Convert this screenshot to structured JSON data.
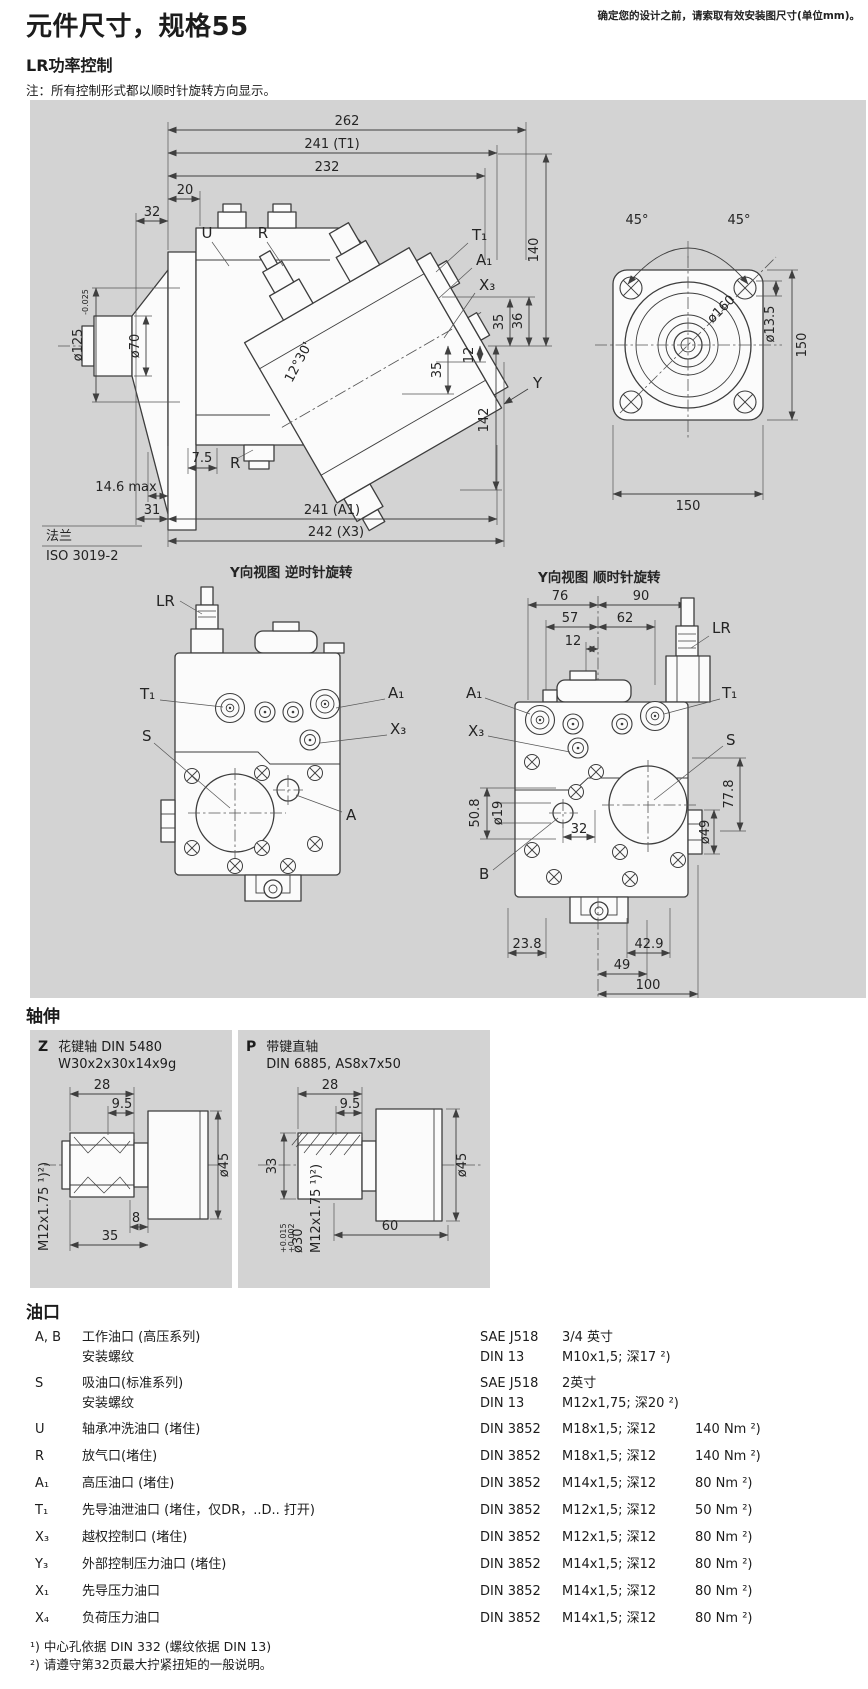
{
  "header": {
    "title": "元件尺寸，规格55",
    "note_right": "确定您的设计之前，请索取有效安装图尺寸(单位mm)。",
    "subtitle": "LR功率控制",
    "note": "注：所有控制形式都以顺时针旋转方向显示。"
  },
  "side_view": {
    "d262": "262",
    "d241": "241 (T1)",
    "d232": "232",
    "d20": "20",
    "d32": "32",
    "port_u": "U",
    "port_r": "R",
    "d125": "ø125",
    "d125_tol": "-0.025",
    "d70": "ø70",
    "t1": "T₁",
    "a1": "A₁",
    "x3": "X₃",
    "d140": "140",
    "d36": "36",
    "d35a": "35",
    "d35b": "35",
    "d12": "12",
    "d142": "142",
    "y_arrow": "Y",
    "angle": "12°30'",
    "d75": "7.5",
    "port_r2": "R",
    "d146": "14.6 max",
    "d31": "31",
    "d241a": "241 (A1)",
    "d242x": "242 (X3)",
    "flange_label1": "法兰",
    "flange_label2": "ISO 3019-2"
  },
  "flange_view": {
    "a45l": "45°",
    "a45r": "45°",
    "d160": "ø160",
    "d135": "ø13.5",
    "d150r": "150",
    "d150b": "150"
  },
  "y_view_ccw": {
    "title": "Y向视图 逆时针旋转",
    "lr": "LR",
    "t1": "T₁",
    "s": "S",
    "a1": "A₁",
    "x3": "X₃",
    "a": "A"
  },
  "y_view_cw": {
    "title": "Y向视图 顺时针旋转",
    "d76": "76",
    "d90": "90",
    "d57": "57",
    "d62": "62",
    "d12": "12",
    "lr": "LR",
    "a1": "A₁",
    "t1": "T₁",
    "x3": "X₃",
    "s": "S",
    "b": "B",
    "d508": "50.8",
    "d19": "ø19",
    "d32": "32",
    "d49c": "ø49",
    "d778": "77.8",
    "d238": "23.8",
    "d429": "42.9",
    "d49": "49",
    "d100": "100"
  },
  "shafts": {
    "heading": "轴伸",
    "z": {
      "code": "Z",
      "line1": "花键轴 DIN 5480",
      "line2": "W30x2x30x14x9g",
      "d28": "28",
      "d95": "9.5",
      "d45": "ø45",
      "thread": "M12x1.75 ¹)²)",
      "d8": "8",
      "d35": "35"
    },
    "p": {
      "code": "P",
      "line1": "带键直轴",
      "line2": "DIN 6885, AS8x7x50",
      "d28": "28",
      "d95": "9.5",
      "d33": "33",
      "d45": "ø45",
      "d30": "ø30",
      "tol_top": "+0.015",
      "tol_bot": "+0.002",
      "thread": "M12x1.75 ¹)²)",
      "d60": "60"
    }
  },
  "ports": {
    "heading": "油口",
    "rows": [
      {
        "code": "A, B",
        "desc": "工作油口 (高压系列)",
        "desc2": "安装螺纹",
        "std": "SAE J518",
        "std2": "DIN 13",
        "size": "3/4 英寸",
        "size2": "M10x1,5; 深17 ²)",
        "torque": ""
      },
      {
        "code": "S",
        "desc": "吸油口(标准系列)",
        "desc2": "安装螺纹",
        "std": "SAE J518",
        "std2": "DIN 13",
        "size": "2英寸",
        "size2": "M12x1,75; 深20 ²)",
        "torque": ""
      },
      {
        "code": "U",
        "desc": "轴承冲洗油口 (堵住)",
        "std": "DIN 3852",
        "size": "M18x1,5; 深12",
        "torque": "140 Nm ²)"
      },
      {
        "code": "R",
        "desc": "放气口(堵住)",
        "std": "DIN 3852",
        "size": "M18x1,5; 深12",
        "torque": "140 Nm ²)"
      },
      {
        "code": "A₁",
        "desc": "高压油口 (堵住)",
        "std": "DIN 3852",
        "size": "M14x1,5; 深12",
        "torque": "80 Nm ²)"
      },
      {
        "code": "T₁",
        "desc": "先导油泄油口 (堵住，仅DR，..D.. 打开)",
        "std": "DIN 3852",
        "size": "M12x1,5; 深12",
        "torque": "50 Nm ²)"
      },
      {
        "code": "X₃",
        "desc": "越权控制口 (堵住)",
        "std": "DIN 3852",
        "size": "M12x1,5; 深12",
        "torque": "80 Nm ²)"
      },
      {
        "code": "Y₃",
        "desc": "外部控制压力油口 (堵住)",
        "std": "DIN 3852",
        "size": "M14x1,5; 深12",
        "torque": "80 Nm ²)"
      },
      {
        "code": "X₁",
        "desc": "先导压力油口",
        "std": "DIN 3852",
        "size": "M14x1,5; 深12",
        "torque": "80 Nm ²)"
      },
      {
        "code": "X₄",
        "desc": "负荷压力油口",
        "std": "DIN 3852",
        "size": "M14x1,5; 深12",
        "torque": "80 Nm ²)"
      }
    ],
    "footnote1": "¹) 中心孔依据 DIN 332 (螺纹依据 DIN 13)",
    "footnote2": "²) 请遵守第32页最大拧紧扭矩的一般说明。"
  }
}
